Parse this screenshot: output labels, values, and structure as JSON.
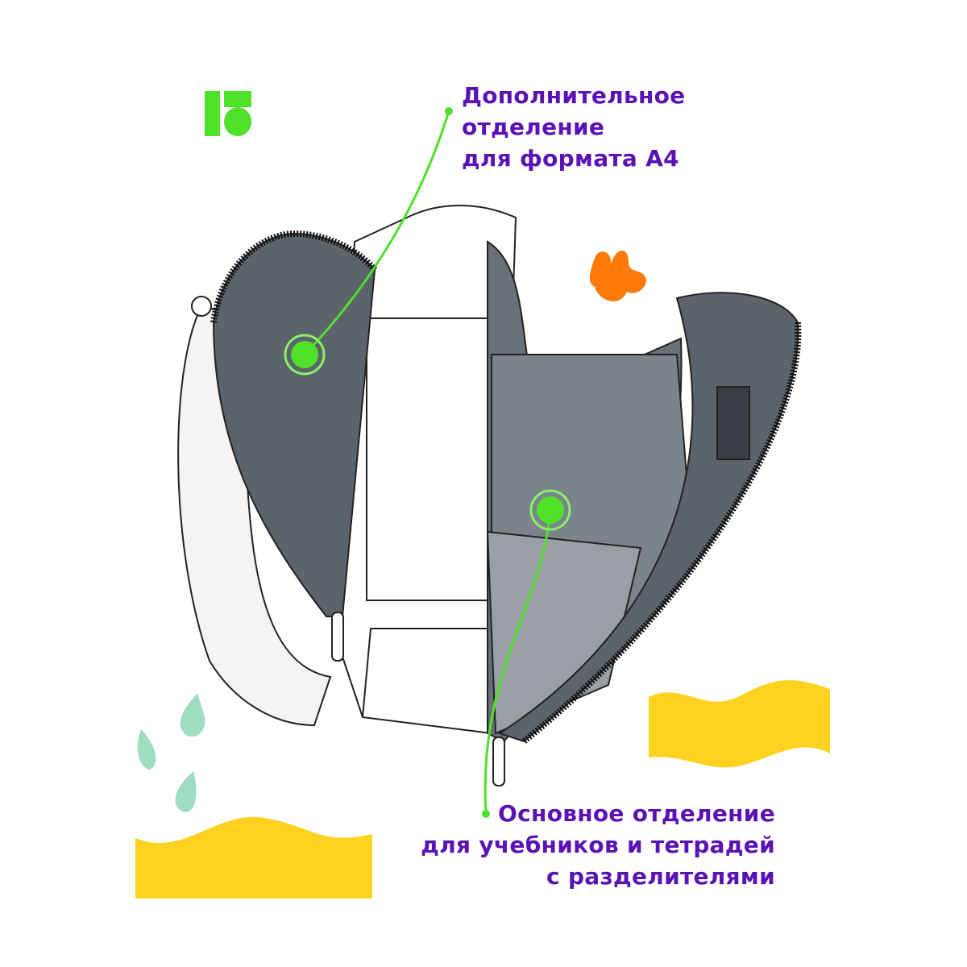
{
  "brand": {
    "logo_icon": "berlingo-logo-icon",
    "color": "#4fe02a"
  },
  "callouts": [
    {
      "lines": [
        "Дополнительное",
        "отделение",
        "для формата А4"
      ]
    },
    {
      "lines": [
        "Основное отделение",
        "для учебников и тетрадей",
        "с разделителями"
      ]
    }
  ],
  "colors": {
    "text": "#5a12b4",
    "accent": "#4fe02a",
    "yellow": "#ffd21f",
    "orange": "#ff7a0a",
    "mint": "#9fdcc4",
    "lining": "#5d636b"
  }
}
